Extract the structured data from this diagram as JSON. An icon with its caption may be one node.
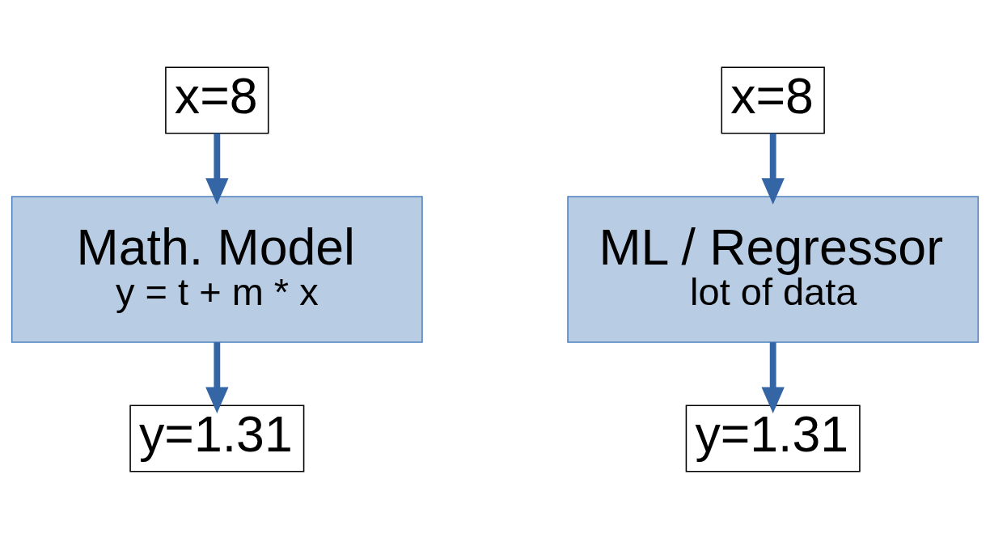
{
  "diagram": {
    "nodes": [
      {
        "text": [
          "x=8"
        ]
      },
      {
        "text": [
          "Math. Model",
          "y = t + m * x"
        ]
      },
      {
        "text": [
          "y=1.31"
        ]
      },
      {
        "text": [
          "x=8"
        ]
      },
      {
        "text": [
          "ML / Regressor",
          "lot of data"
        ]
      },
      {
        "text": [
          "y=1.31"
        ]
      }
    ],
    "edges": [
      {
        "from": 0,
        "to": 1,
        "arrow": "to"
      },
      {
        "from": 1,
        "to": 2,
        "arrow": "to"
      },
      {
        "from": 3,
        "to": 4,
        "arrow": "to"
      },
      {
        "from": 4,
        "to": 5,
        "arrow": "to"
      }
    ]
  }
}
